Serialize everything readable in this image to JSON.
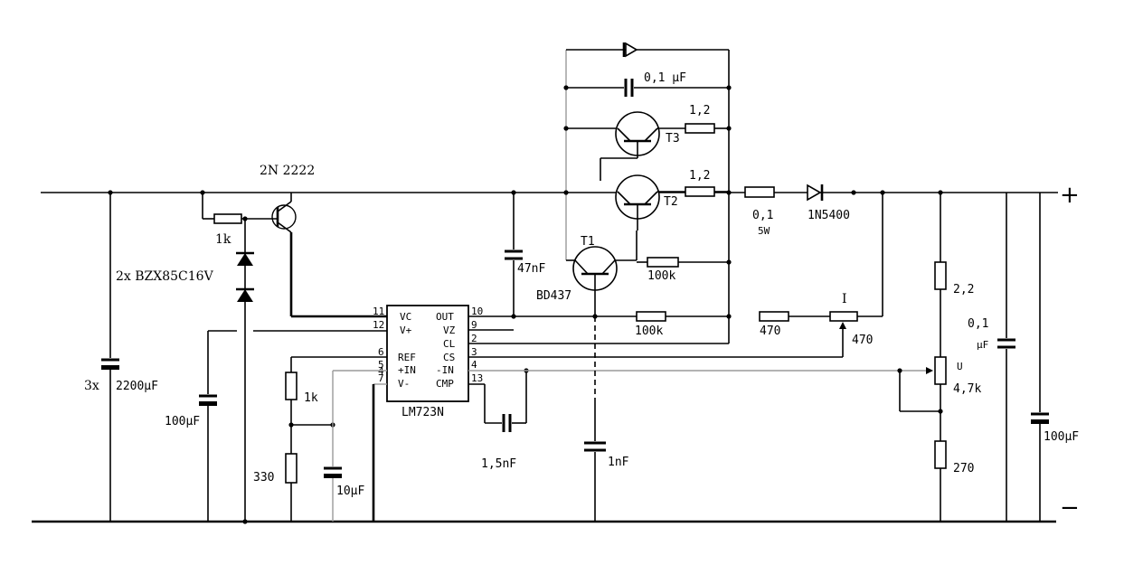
{
  "rails": {
    "plus": "+",
    "minus": "−"
  },
  "parts": {
    "c_in": "2200µF",
    "c_in_count": "3x",
    "r_base": "1k",
    "zener": "2x  BZX85C16V",
    "q_pre": "2N 2222",
    "c_zener": "100µF",
    "c_ref": "10µF",
    "r_ref_top": "1k",
    "r_ref_bot": "330",
    "ic_name": "LM723N",
    "c_comp": "1,5nF",
    "c_47": "47nF",
    "t1_ref": "T1",
    "t1_type": "BD437",
    "r_100k_a": "100k",
    "r_100k_b": "100k",
    "t2_ref": "T2",
    "t3_ref": "T3",
    "r_12_a": "1,2",
    "r_12_b": "1,2",
    "c_01_top": "0,1 µF",
    "r_shunt": "0,1",
    "r_shunt_power": "5W",
    "d_out": "1N5400",
    "r_470": "470",
    "pot_i": "I",
    "pot_i_val": "470",
    "c_1n": "1nF",
    "r_22": "2,2",
    "pot_u": "U",
    "pot_u_val": "4,7k",
    "r_270": "270",
    "c_out_01": "0,1",
    "c_out_01_unit": "µF",
    "c_out_100": "100µF"
  },
  "ic_pins": {
    "vc": "VC",
    "vplus": "V+",
    "ref": "REF",
    "inp": "+IN",
    "vminus": "V-",
    "out": "OUT",
    "vz": "VZ",
    "cl": "CL",
    "cs": "CS",
    "inn": "-IN",
    "cmp": "CMP",
    "n11": "11",
    "n12": "12",
    "n6": "6",
    "n5": "5",
    "n4": "4",
    "n7": "7",
    "n10": "10",
    "n9": "9",
    "n2": "2",
    "n3": "3",
    "n4b": "4",
    "n13": "13"
  }
}
